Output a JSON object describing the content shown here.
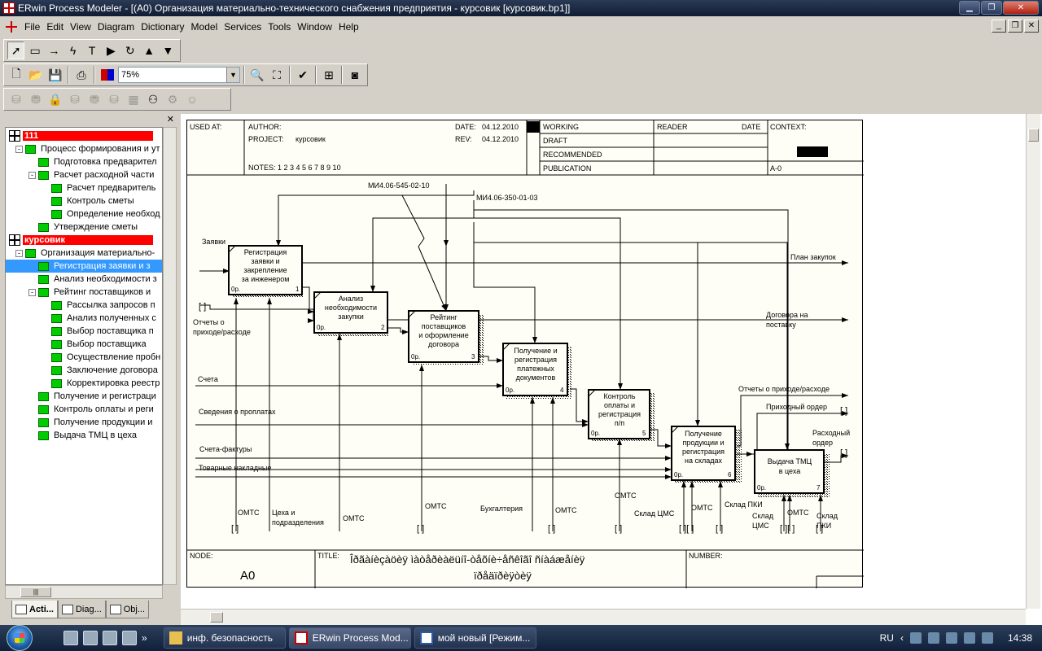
{
  "window": {
    "title": "ERwin Process Modeler - [(A0) Организация  материально-технического  снабжения предприятия - курсовик  [курсовик.bp1]]"
  },
  "menu": [
    "File",
    "Edit",
    "View",
    "Diagram",
    "Dictionary",
    "Model",
    "Services",
    "Tools",
    "Window",
    "Help"
  ],
  "zoom": "75%",
  "tree": {
    "model1": "111",
    "model1_children": [
      {
        "label": "Процесс формирования и ут",
        "level": 1,
        "expander": "-"
      },
      {
        "label": "Подготовка предварител",
        "level": 2
      },
      {
        "label": "Расчет расходной части",
        "level": 2,
        "expander": "-"
      },
      {
        "label": "Расчет предваритель",
        "level": 3
      },
      {
        "label": "Контроль сметы",
        "level": 3
      },
      {
        "label": "Определение необход",
        "level": 3
      },
      {
        "label": "Утверждение сметы",
        "level": 2
      }
    ],
    "model2": "курсовик",
    "model2_children": [
      {
        "label": "Организация материально-",
        "level": 1,
        "expander": "-"
      },
      {
        "label": "Регистрация  заявки и  з",
        "level": 2,
        "selected": true
      },
      {
        "label": "Анализ  необходимости  з",
        "level": 2
      },
      {
        "label": "Рейтинг  поставщиков  и",
        "level": 2,
        "expander": "-"
      },
      {
        "label": "Рассылка  запросов  п",
        "level": 3
      },
      {
        "label": "Анализ  полученных  с",
        "level": 3
      },
      {
        "label": "Выбор  поставщика  п",
        "level": 3
      },
      {
        "label": "Выбор  поставщика",
        "level": 3
      },
      {
        "label": "Осуществление  пробн",
        "level": 3
      },
      {
        "label": "Заключение  договора",
        "level": 3
      },
      {
        "label": "Корректировка  реестр",
        "level": 3
      },
      {
        "label": "Получение  и  регистраци",
        "level": 2
      },
      {
        "label": "Контроль  оплаты  и  реги",
        "level": 2
      },
      {
        "label": "Получение  продукции  и",
        "level": 2
      },
      {
        "label": "Выдача ТМЦ в цеха",
        "level": 2
      }
    ]
  },
  "tabs": [
    "Acti...",
    "Diag...",
    "Obj..."
  ],
  "frame": {
    "used_at": "USED AT:",
    "author": "AUTHOR:",
    "project_label": "PROJECT:",
    "project": "курсовик",
    "date_label": "DATE:",
    "date": "04.12.2010",
    "rev_label": "REV:",
    "rev": "04.12.2010",
    "notes": "NOTES:  1  2  3  4  5  6  7  8  9  10",
    "working": "WORKING",
    "draft": "DRAFT",
    "recommended": "RECOMMENDED",
    "publication": "PUBLICATION",
    "reader": "READER",
    "date2": "DATE",
    "context": "CONTEXT:",
    "context_node": "A-0",
    "node_label": "NODE:",
    "node": "A0",
    "title_label": "TITLE:",
    "title1": "Îðãàíèçàöèÿ  ìàòåðèàëüíî-òåõíè÷åñêîãî  ñíàáæåíèÿ",
    "title2": "ïðåäïðèÿòèÿ",
    "number_label": "NUMBER:"
  },
  "boxes": [
    {
      "lines": [
        "Регистрация",
        "заявки и",
        "закрепление",
        "за инженером"
      ],
      "cost": "0р.",
      "num": "1"
    },
    {
      "lines": [
        "Анализ",
        "необходимости",
        "закупки"
      ],
      "cost": "0р.",
      "num": "2"
    },
    {
      "lines": [
        "Рейтинг",
        "поставщиков",
        "и оформление",
        "договора"
      ],
      "cost": "0р.",
      "num": "3"
    },
    {
      "lines": [
        "Получение и",
        "регистрация",
        "платежных",
        "документов"
      ],
      "cost": "0р.",
      "num": "4"
    },
    {
      "lines": [
        "Контроль",
        "оплаты и",
        "регистрация",
        "п/п"
      ],
      "cost": "0р.",
      "num": "5"
    },
    {
      "lines": [
        "Получение",
        "продукции и",
        "регистрация",
        "на складах"
      ],
      "cost": "0р.",
      "num": "6"
    },
    {
      "lines": [
        "Выдача ТМЦ",
        "в цеха"
      ],
      "cost": "0р.",
      "num": "7"
    }
  ],
  "labels": {
    "control1": "МИ4.06-545-02-10",
    "control2": "МИ4.06-350-01-03",
    "in_zayavki": "Заявки",
    "in_otchety1": "Отчеты о",
    "in_otchety2": "приходе/расходе",
    "in_scheta": "Счета",
    "in_svedeniya": "Сведения о проплатах",
    "in_scheta_faktury": "Счета-фактуры",
    "in_tovarnye": "Товарные накладные",
    "out_plan": "План закупок",
    "out_dogovora1": "Договора на",
    "out_dogovora2": "поставку",
    "out_otchety": "Отчеты о приходе/расходе",
    "out_prihodny": "Приходный ордер",
    "out_rashodny1": "Расходный",
    "out_rashodny2": "ордер",
    "m_omts1": "ОМТС",
    "m_ceha1": "Цеха и",
    "m_ceha2": "подразделения",
    "m_omts2": "ОМТС",
    "m_omts3": "ОМТС",
    "m_buh": "Бухгалтерия",
    "m_omts4": "ОМТС",
    "m_omts5": "ОМТС",
    "m_sklad_cms": "Склад ЦМС",
    "m_omts6": "ОМТС",
    "m_sklad_pki": "Склад ПКИ",
    "m_sklad_cms2a": "Склад",
    "m_sklad_cms2b": "ЦМС",
    "m_omts7": "ОМТС",
    "m_sklad_pki2a": "Склад",
    "m_sklad_pki2b": "ПКИ"
  },
  "taskbar": {
    "buttons": [
      "инф. безопасность",
      "ERwin Process Mod...",
      "мой новый [Режим..."
    ],
    "lang": "RU",
    "clock": "14:38"
  }
}
